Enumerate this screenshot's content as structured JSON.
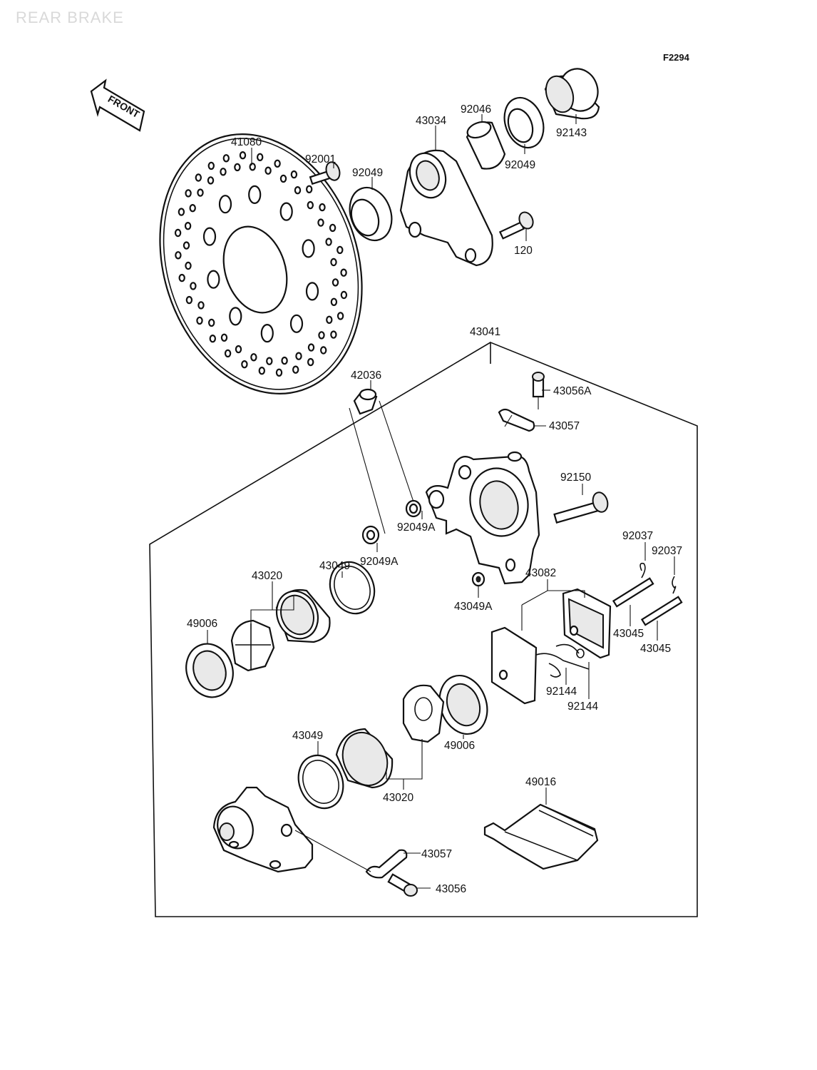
{
  "page": {
    "title": "REAR BRAKE",
    "figure_code": "F2294"
  },
  "front_marker": "FRONT",
  "labels": {
    "l41080": "41080",
    "l92001": "92001",
    "l92049_a": "92049",
    "l43034": "43034",
    "l92046": "92046",
    "l92049_b": "92049",
    "l92143": "92143",
    "l120": "120",
    "l43041": "43041",
    "l42036": "42036",
    "l43056A": "43056A",
    "l43057_top": "43057",
    "l92150": "92150",
    "l92049A_a": "92049A",
    "l92049A_b": "92049A",
    "l43049_a": "43049",
    "l43020_a": "43020",
    "l49006_a": "49006",
    "l92037_a": "92037",
    "l92037_b": "92037",
    "l43082": "43082",
    "l43049A": "43049A",
    "l43045_a": "43045",
    "l43045_b": "43045",
    "l92144_a": "92144",
    "l92144_b": "92144",
    "l43049_b": "43049",
    "l49006_b": "49006",
    "l43020_b": "43020",
    "l49016": "49016",
    "l43057_bot": "43057",
    "l43056": "43056"
  }
}
